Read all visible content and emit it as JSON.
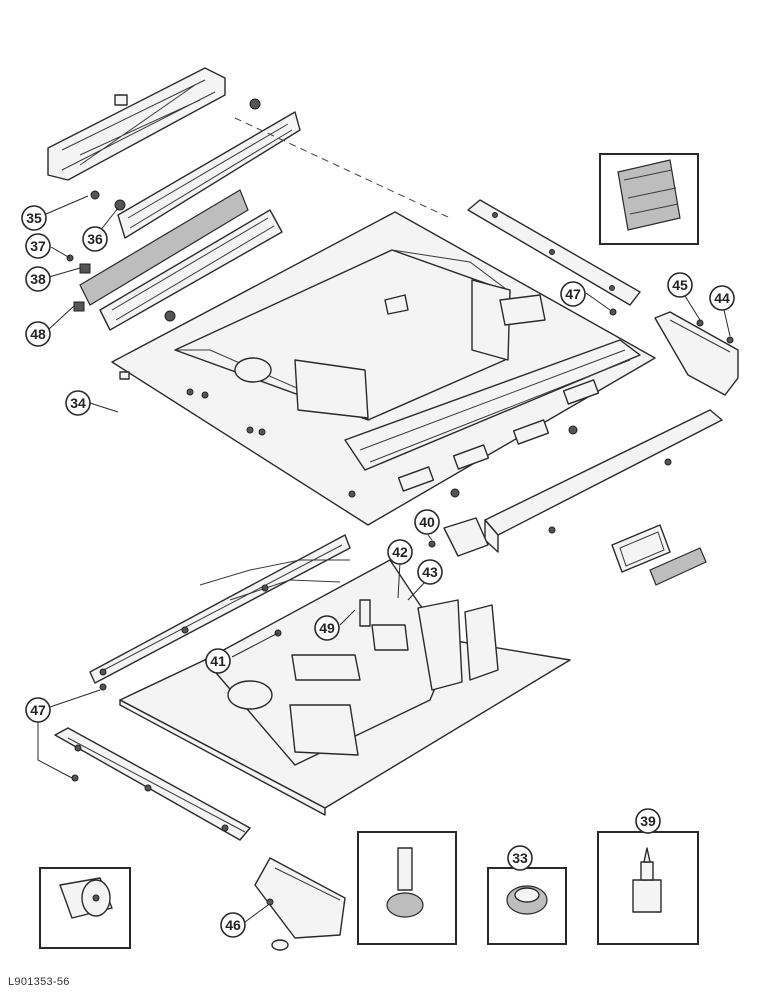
{
  "callouts": [
    "35",
    "36",
    "37",
    "38",
    "48",
    "34",
    "47",
    "45",
    "44",
    "40",
    "42",
    "43",
    "49",
    "41",
    "47",
    "46",
    "33",
    "39"
  ],
  "document_code": "L901353-56"
}
